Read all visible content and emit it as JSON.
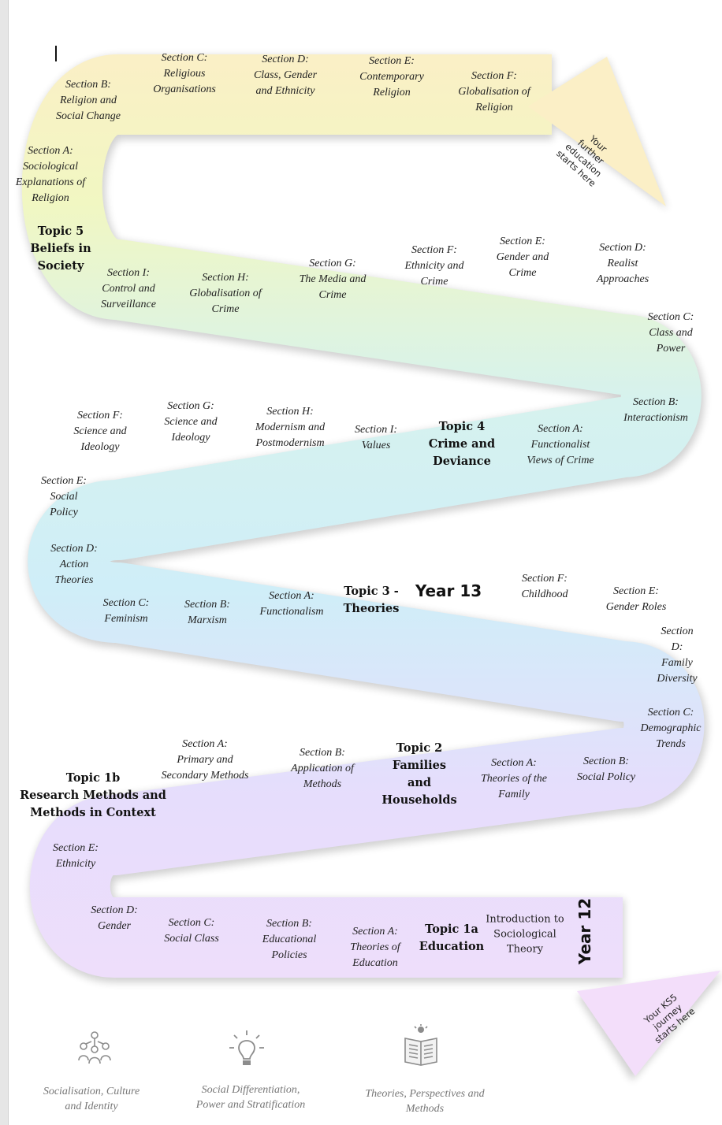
{
  "colors": {
    "band_green": "#f1f7c2",
    "band_cream": "#fbefc6",
    "band_teal": "#d6f2ee",
    "band_blue": "#cfeef8",
    "band_lilac": "#e6ddfc",
    "band_pink": "#f3defa",
    "legend_icon": "#8c8c8c"
  },
  "year12": "Year 12",
  "year13": "Year 13",
  "start_arrow_text": "Your KS5\njourney\nstarts here",
  "end_arrow_text": "Your\nfurther\neducation\nstarts here",
  "row1": {
    "topic": "Topic 1a\nEducation",
    "intro": "Introduction to\nSociological\nTheory",
    "sec_a": "Section A:\nTheories of\nEducation",
    "sec_b": "Section B:\nEducational\nPolicies",
    "sec_c": "Section C:\nSocial Class",
    "sec_d": "Section D:\nGender",
    "sec_e": "Section E:\nEthnicity"
  },
  "row2": {
    "topic1b": "Topic 1b\nResearch Methods and\nMethods in Context",
    "sec_a_m": "Section A:\nPrimary and\nSecondary Methods",
    "sec_b_m": "Section B:\nApplication of\nMethods",
    "topic2": "Topic 2\nFamilies\nand\nHouseholds",
    "sec_a_f": "Section A:\nTheories of the\nFamily",
    "sec_b_f": "Section B:\nSocial Policy",
    "sec_c_f": "Section C:\nDemographic\nTrends",
    "sec_d_f": "Section D:\nFamily\nDiversity"
  },
  "row3": {
    "sec_e_f": "Section E:\nGender Roles",
    "sec_f_f": "Section F:\nChildhood",
    "topic3": "Topic 3 -\nTheories",
    "sec_a": "Section A:\nFunctionalism",
    "sec_b": "Section B:\nMarxism",
    "sec_c": "Section C:\nFeminism",
    "sec_d": "Section D:\nAction\nTheories",
    "sec_e": "Section E:\nSocial\nPolicy"
  },
  "row4": {
    "sec_f": "Section F:\nScience and\nIdeology",
    "sec_g": "Section G:\nScience and\nIdeology",
    "sec_h": "Section H:\nModernism and\nPostmodernism",
    "sec_i": "Section I:\nValues",
    "topic4": "Topic 4\nCrime and\nDeviance",
    "sec_a_c": "Section A:\nFunctionalist\nViews of Crime",
    "sec_b_c": "Section B:\nInteractionism",
    "sec_c_c": "Section C:\nClass and\nPower"
  },
  "row5": {
    "sec_d_c": "Section D:\nRealist\nApproaches",
    "sec_e_c": "Section E:\nGender and\nCrime",
    "sec_f_c": "Section F:\nEthnicity and\nCrime",
    "sec_g_c": "Section G:\nThe Media and\nCrime",
    "sec_h_c": "Section H:\nGlobalisation of\nCrime",
    "sec_i_c": "Section I:\nControl and\nSurveillance",
    "topic5": "Topic 5\nBeliefs in\nSociety",
    "sec_a_r": "Section A:\nSociological\nExplanations of\nReligion"
  },
  "row6": {
    "sec_b_r": "Section B:\nReligion and\nSocial Change",
    "sec_c_r": "Section C:\nReligious\nOrganisations",
    "sec_d_r": "Section D:\nClass, Gender\nand Ethnicity",
    "sec_e_r": "Section E:\nContemporary\nReligion",
    "sec_f_r": "Section F:\nGlobalisation of\nReligion"
  },
  "legend": {
    "item1": "Socialisation, Culture\nand Identity",
    "item2": "Social Differentiation,\nPower and Stratification",
    "item3": "Theories, Perspectives and\nMethods"
  }
}
